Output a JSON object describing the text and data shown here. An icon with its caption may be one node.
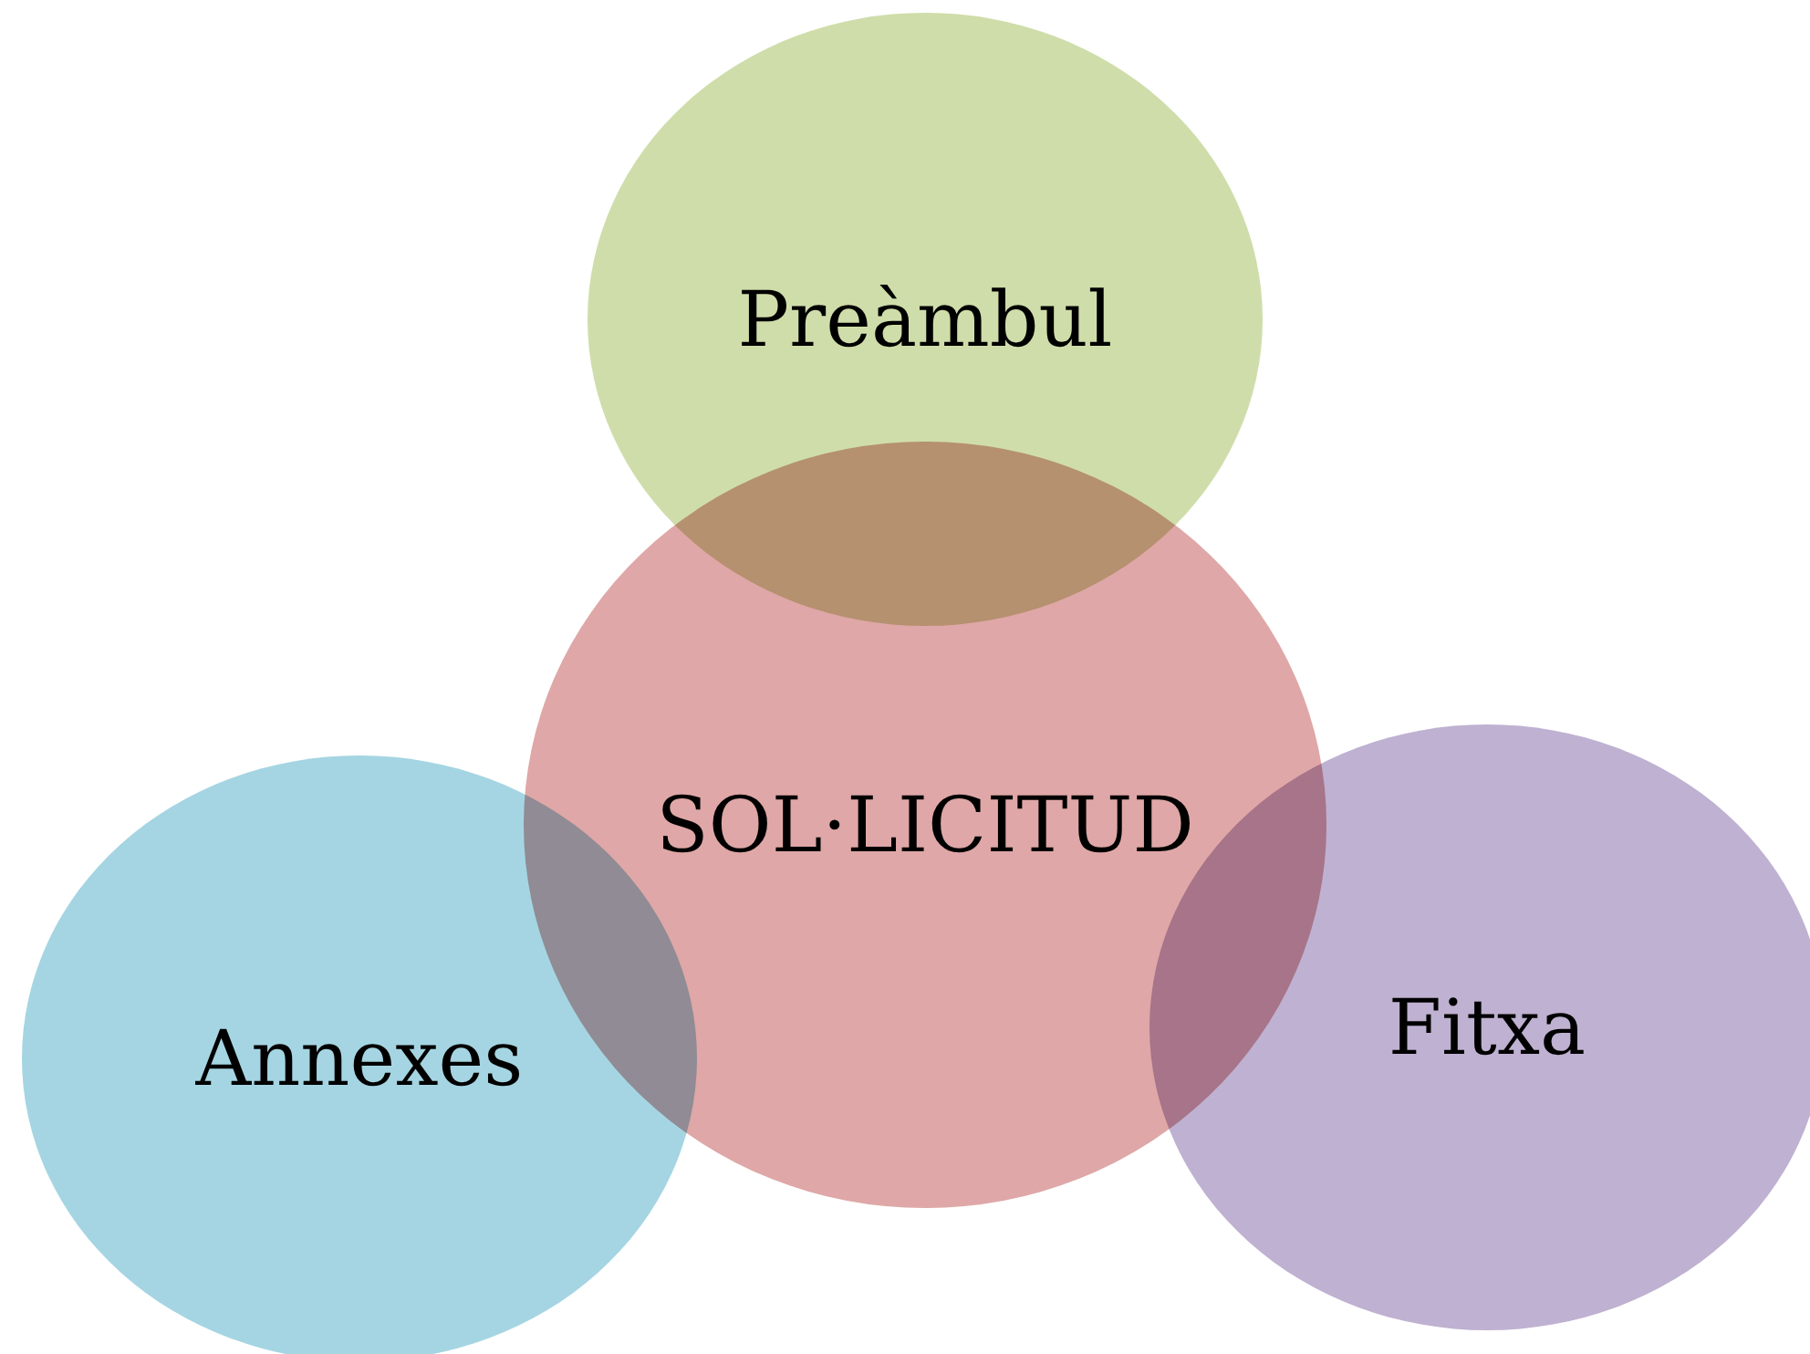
{
  "diagram": {
    "nodes": [
      {
        "text": [
          "Preàmbul"
        ]
      },
      {
        "text": [
          "SOL·LICITUD"
        ]
      },
      {
        "text": [
          "Annexes"
        ]
      },
      {
        "text": [
          "Fitxa"
        ]
      }
    ]
  }
}
